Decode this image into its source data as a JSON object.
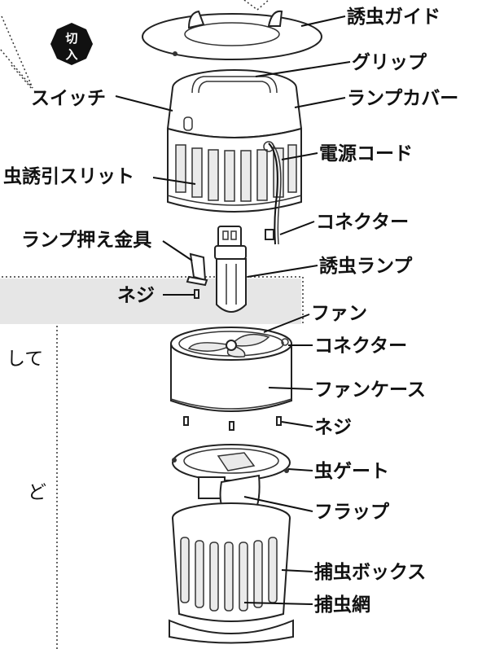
{
  "switch_badge": {
    "top": "切",
    "bottom": "入"
  },
  "side_text": {
    "line1_fragment": "して",
    "line2_fragment": "ど"
  },
  "labels": {
    "insect_guide": "誘虫ガイド",
    "grip": "グリップ",
    "switch": "スイッチ",
    "lamp_cover": "ランプカバー",
    "power_cord": "電源コード",
    "insect_attract_slit": "虫誘引スリット",
    "connector_top": "コネクター",
    "lamp_holder_bracket": "ランプ押え金具",
    "insect_lamp": "誘虫ランプ",
    "screw_left": "ネジ",
    "fan": "ファン",
    "connector_fan": "コネクター",
    "fan_case": "ファンケース",
    "screw_bottom": "ネジ",
    "insect_gate": "虫ゲート",
    "flap": "フラップ",
    "capture_box": "捕虫ボックス",
    "capture_net": "捕虫網"
  }
}
